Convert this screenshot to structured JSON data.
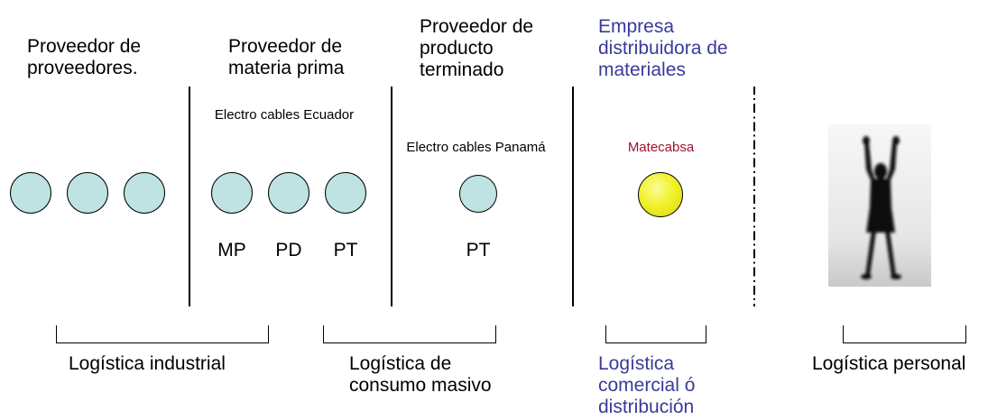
{
  "headers": {
    "col1": "Proveedor de proveedores.",
    "col2": "Proveedor de materia prima",
    "col3": "Proveedor de producto terminado",
    "col4": "Empresa distribuidora de materiales"
  },
  "entities": {
    "col2": "Electro cables Ecuador",
    "col3": "Electro cables Panamá",
    "col4": "Matecabsa"
  },
  "circle_labels": {
    "mp": "MP",
    "pd": "PD",
    "pt1": "PT",
    "pt2": "PT"
  },
  "logistics": {
    "industrial": "Logística industrial",
    "consumo": "Logística de consumo masivo",
    "comercial": "Logística comercial ó distribución",
    "personal": "Logística personal"
  },
  "colors": {
    "circle_fill": "#bfe3e3",
    "highlight_circle": "#f1f12c",
    "blue_text": "#3a3a9a",
    "red_text": "#a01030"
  }
}
